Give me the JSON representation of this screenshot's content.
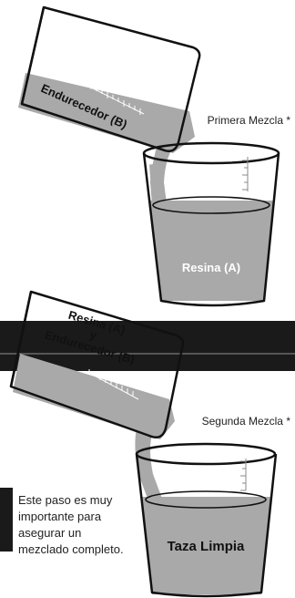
{
  "step1": {
    "poured_label": "Endurecedor (B)",
    "caption": "Primera Mezcla *",
    "cup_label": "Resina (A)"
  },
  "step2": {
    "poured_label_line1": "Resina (A)",
    "poured_label_line2": "y",
    "poured_label_line3": "Endurecedor (B)",
    "caption": "Segunda Mezcla *",
    "cup_label": "Taza Limpia"
  },
  "note": {
    "line1": "Este paso es muy",
    "line2": "importante para",
    "line3": "asegurar un",
    "line4": "mezclado completo."
  },
  "colors": {
    "liquid": "#a9a9a9",
    "outline": "#111111",
    "band": "#1a1a1a"
  }
}
